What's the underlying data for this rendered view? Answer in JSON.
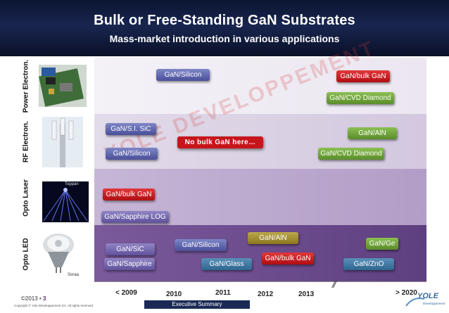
{
  "header": {
    "title": "Bulk or Free-Standing GaN Substrates",
    "subtitle": "Mass-market introduction in various applications"
  },
  "rows": {
    "power": "Power Electron.",
    "rf": "RF Electron.",
    "laser": "Opto Laser",
    "led": "Opto LED"
  },
  "captions": {
    "laser": "Toppan",
    "led": "Soraa"
  },
  "tags": {
    "power_silicon": "GaN/Silicon",
    "power_bulk": "GaN/bulk GaN",
    "power_cvd": "GaN/CVD Diamond",
    "rf_sisic": "GaN/S.I. SiC",
    "rf_silicon": "GaN/Silicon",
    "rf_nobulk": "No bulk GaN here…",
    "rf_aln": "GaN/AlN",
    "rf_cvd": "GaN/CVD Diamond",
    "laser_bulk": "GaN/bulk GaN",
    "laser_sapphire": "GaN/Sapphire LOG",
    "led_sic": "GaN/SiC",
    "led_sapphire": "GaN/Sapphire",
    "led_silicon": "GaN/Silicon",
    "led_glass": "GaN/Glass",
    "led_aln": "GaN/AlN",
    "led_bulk": "GaN/bulk GaN",
    "led_ge": "GaN/Ge",
    "led_zno": "GaN/ZnO"
  },
  "watermark": "YOLE DEVELOPPEMENT",
  "axis": {
    "ticks": [
      "< 2009",
      "2010",
      "2011",
      "2012",
      "2013",
      "> 2020"
    ],
    "break_mark": "//"
  },
  "footer": {
    "copyright": "©2013 •",
    "page": "3",
    "rights": "Copyright © Yole Développement SA. All rights reserved.",
    "section": "Executive Summary",
    "logo_text": "YOLE",
    "logo_sub": "Développement"
  },
  "colors": {
    "header": "#111a3a",
    "tag_blue": "#5a5fa8",
    "tag_red": "#c8141b",
    "tag_green": "#6fa33b",
    "tag_olive": "#a08d30",
    "tag_teal": "#3f77a0"
  }
}
